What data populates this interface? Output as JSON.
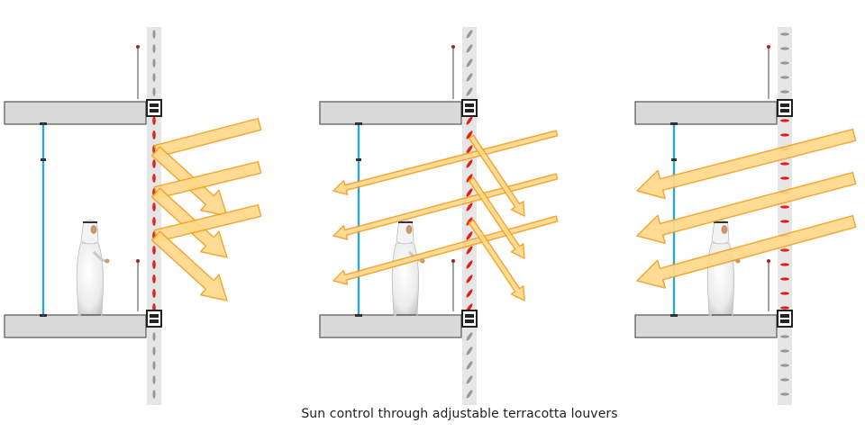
{
  "caption": "Sun control through adjustable terracotta louvers",
  "panels": [
    {
      "louver_mode": "vertical",
      "sun_mode": "blocked"
    },
    {
      "louver_mode": "angled",
      "sun_mode": "thin"
    },
    {
      "louver_mode": "horizontal",
      "sun_mode": "through"
    }
  ],
  "colors": {
    "slab_fill": "#d9d9d9",
    "slab_stroke": "#555555",
    "screen_fill": "#e6e6e6",
    "louver_inactive": "#999999",
    "louver_active": "#e0201a",
    "glazing": "#2aa6d8",
    "sun_fill": "#ffd98a",
    "sun_stroke": "#f2a128",
    "rail": "#666666",
    "rail_top": "#b02020"
  },
  "icons": [
    "person-figure-icon",
    "sun-ray-arrow-icon",
    "louver-slat-icon"
  ]
}
